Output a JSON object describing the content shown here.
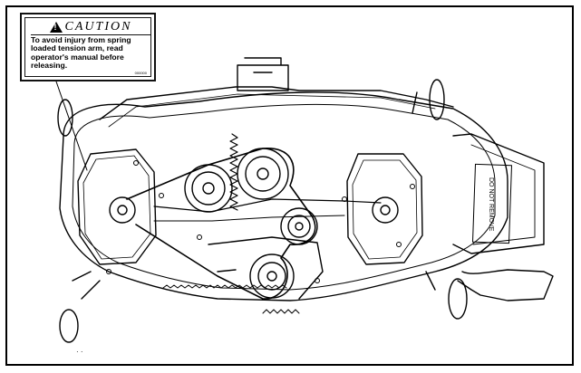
{
  "caution_label": {
    "heading": "CAUTION",
    "alert_symbol": "!",
    "message": "To avoid injury from spring loaded tension arm, read operator's manual before releasing.",
    "part_number": "000000"
  },
  "deck_decal": {
    "text": "DO NOT REMOVE"
  },
  "page_marks": {
    "footnote": "· ·"
  },
  "icons": [
    "warning-triangle-icon"
  ]
}
